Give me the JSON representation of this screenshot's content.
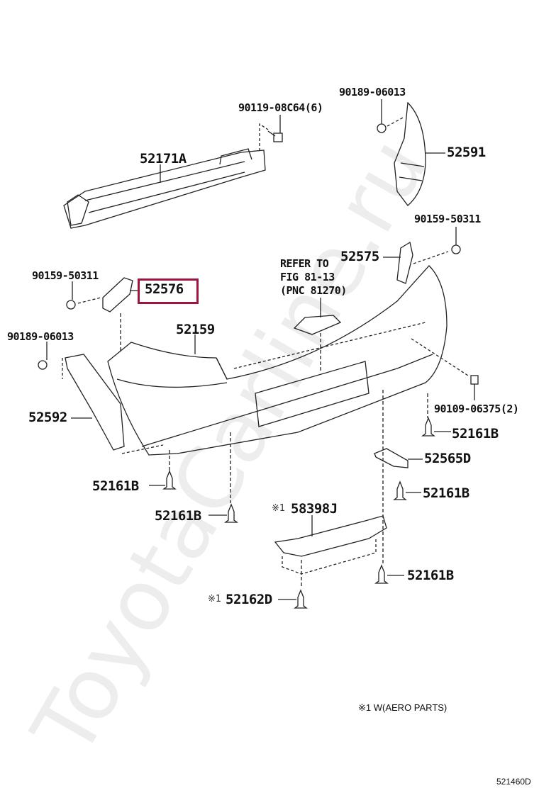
{
  "watermark": "ToyotaCarline.ru",
  "highlight_color": "#a0153e",
  "labels": {
    "fastener_top_right": "90189-06013",
    "bolt_top": "90119-08C64(6)",
    "reinforcement": "52171A",
    "retainer_right": "52591",
    "screw_right": "90159-50311",
    "bracket_right": "52575",
    "refer_1": "REFER TO",
    "refer_2": "FIG 81-13",
    "refer_3": "(PNC 81270)",
    "screw_left": "90159-50311",
    "bracket_left_highlighted": "52576",
    "bumper_cover": "52159",
    "fastener_left": "90189-06013",
    "retainer_left": "52592",
    "bolt_right": "90109-06375(2)",
    "clip_1": "52161B",
    "bracket_lower": "52565D",
    "clip_2": "52161B",
    "clip_3": "52161B",
    "clip_4": "52161B",
    "spoiler_mark": "※1",
    "spoiler": "58398J",
    "clip_5": "52161B",
    "clip_6_mark": "※1",
    "clip_6": "52162D",
    "footnote": "※1 W(AERO PARTS)",
    "figure_code": "521460D"
  }
}
